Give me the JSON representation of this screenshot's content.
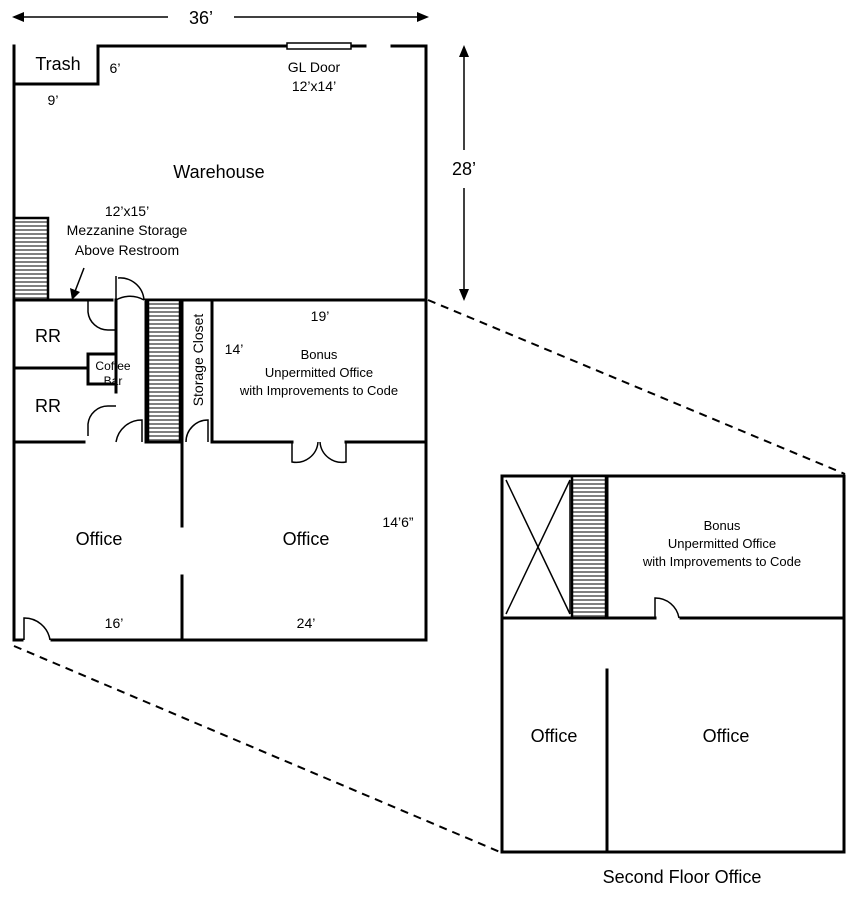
{
  "dimensions": {
    "width_total": "36’",
    "height_warehouse": "28’",
    "trash_width": "6’",
    "trash_depth": "9’",
    "bonus_width": "19’",
    "bonus_depth": "14’",
    "office_depth": "14’6”",
    "office_left_width": "16’",
    "office_right_width": "24’"
  },
  "first_floor": {
    "trash": "Trash",
    "gl_door_line1": "GL Door",
    "gl_door_line2": "12’x14’",
    "warehouse": "Warehouse",
    "mezzanine_line1": "12’x15’",
    "mezzanine_line2": "Mezzanine Storage",
    "mezzanine_line3": "Above Restroom",
    "restroom_1": "RR",
    "restroom_2": "RR",
    "coffee_line1": "Coffee",
    "coffee_line2": "Bar",
    "storage_closet": "Storage Closet",
    "bonus_line1": "Bonus",
    "bonus_line2": "Unpermitted Office",
    "bonus_line3": "with Improvements to Code",
    "office_left": "Office",
    "office_right": "Office"
  },
  "second_floor": {
    "bonus_line1": "Bonus",
    "bonus_line2": "Unpermitted Office",
    "bonus_line3": "with Improvements to Code",
    "office_left": "Office",
    "office_right": "Office",
    "caption": "Second Floor Office"
  }
}
